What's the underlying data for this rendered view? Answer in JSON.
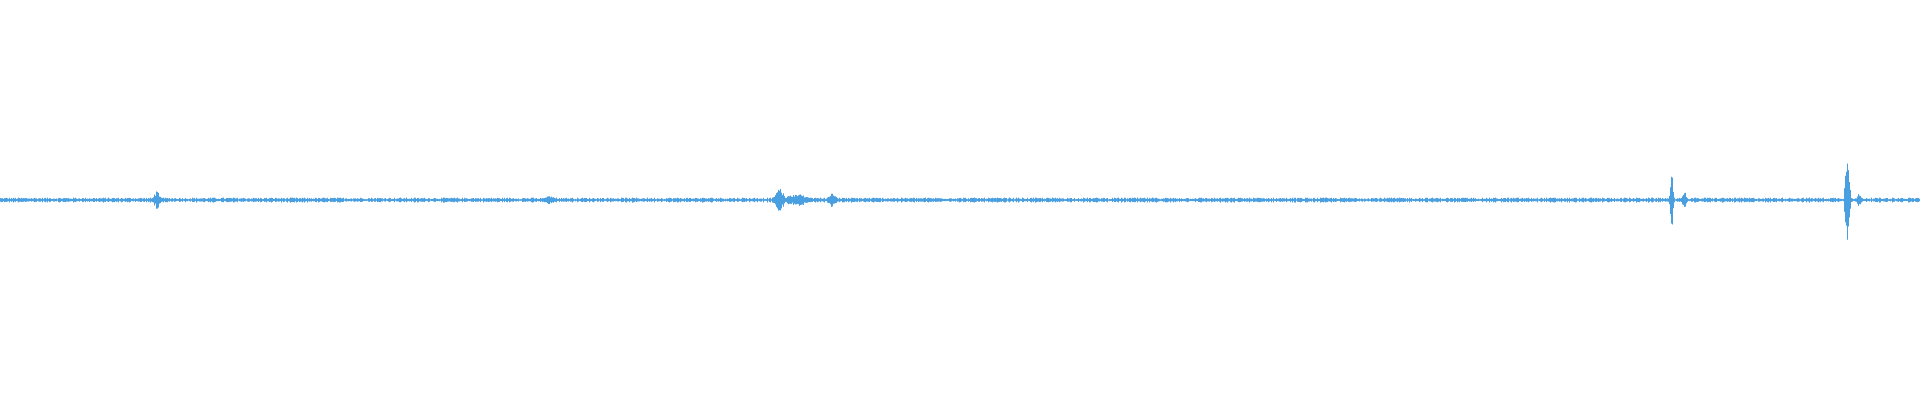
{
  "colors": {
    "background": "#ffffff",
    "waveform": "#4a9fe0"
  },
  "chart_data": {
    "type": "line",
    "title": "",
    "xlabel": "",
    "ylabel": "",
    "xlim": [
      0,
      1
    ],
    "ylim": [
      -1,
      1
    ],
    "grid": false,
    "legend": "none",
    "baseline_noise": 0.008,
    "events": [
      {
        "x": 0.0815,
        "amplitude": 0.05,
        "width": 0.003
      },
      {
        "x": 0.286,
        "amplitude": 0.02,
        "width": 0.008
      },
      {
        "x": 0.406,
        "amplitude": 0.07,
        "width": 0.004
      },
      {
        "x": 0.415,
        "amplitude": 0.035,
        "width": 0.01
      },
      {
        "x": 0.4335,
        "amplitude": 0.04,
        "width": 0.004
      },
      {
        "x": 0.871,
        "amplitude": 0.14,
        "width": 0.0015
      },
      {
        "x": 0.8775,
        "amplitude": 0.06,
        "width": 0.0015
      },
      {
        "x": 0.9625,
        "amplitude": 0.3,
        "width": 0.002
      },
      {
        "x": 0.9685,
        "amplitude": 0.04,
        "width": 0.002
      }
    ]
  }
}
